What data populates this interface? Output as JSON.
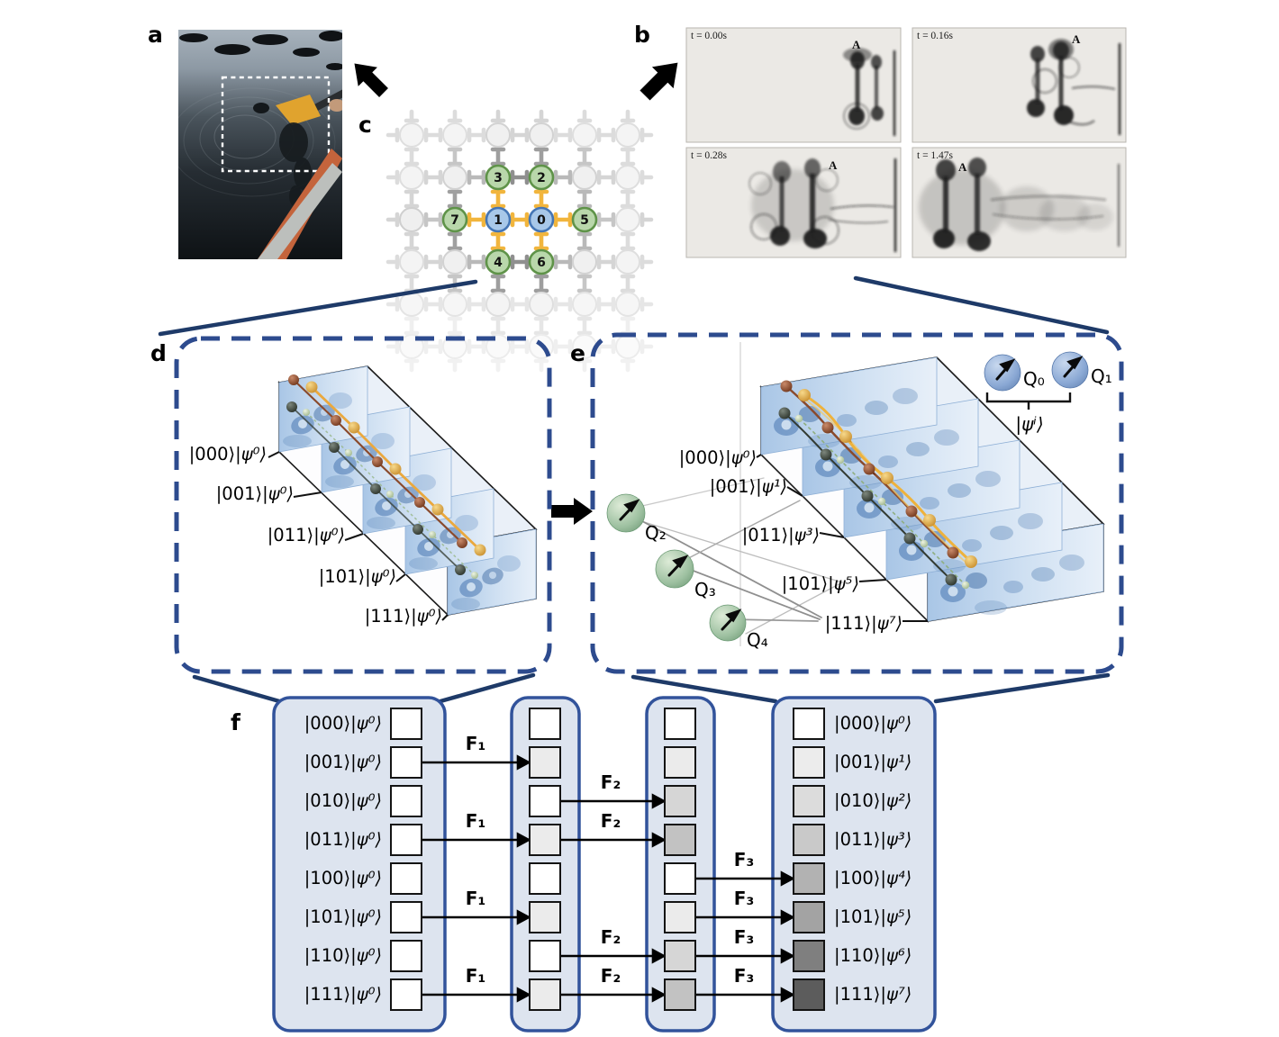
{
  "figure": {
    "panel_labels": {
      "a": "a",
      "b": "b",
      "c": "c",
      "d": "d",
      "e": "e",
      "f": "f"
    }
  },
  "panel_b": {
    "frames": [
      {
        "time": "t = 0.00s",
        "marker": "A"
      },
      {
        "time": "t = 0.16s",
        "marker": "A"
      },
      {
        "time": "t = 0.28s",
        "marker": "A"
      },
      {
        "time": "t = 1.47s",
        "marker": "A"
      }
    ]
  },
  "panel_c": {
    "qubits": [
      {
        "id": "3"
      },
      {
        "id": "2"
      },
      {
        "id": "7"
      },
      {
        "id": "1"
      },
      {
        "id": "0"
      },
      {
        "id": "5"
      },
      {
        "id": "4"
      },
      {
        "id": "6"
      }
    ],
    "colors": {
      "data_qubit": "#a8c8e9",
      "ancilla_qubit": "#b9d7ab",
      "active_coupler": "#f1b53d"
    }
  },
  "panel_d": {
    "states": [
      {
        "ket": "|000⟩",
        "psi": "|ψ⁰⟩"
      },
      {
        "ket": "|001⟩",
        "psi": "|ψ⁰⟩"
      },
      {
        "ket": "|011⟩",
        "psi": "|ψ⁰⟩"
      },
      {
        "ket": "|101⟩",
        "psi": "|ψ⁰⟩"
      },
      {
        "ket": "|111⟩",
        "psi": "|ψ⁰⟩"
      }
    ]
  },
  "panel_e": {
    "states": [
      {
        "ket": "|000⟩",
        "psi": "|ψ⁰⟩"
      },
      {
        "ket": "|001⟩",
        "psi": "|ψ¹⟩"
      },
      {
        "ket": "|011⟩",
        "psi": "|ψ³⟩"
      },
      {
        "ket": "|101⟩",
        "psi": "|ψ⁵⟩"
      },
      {
        "ket": "|111⟩",
        "psi": "|ψ⁷⟩"
      }
    ],
    "top_qubits": [
      {
        "label": "Q₀"
      },
      {
        "label": "Q₁"
      }
    ],
    "bracket_label_bar": "|",
    "bracket_label_psi": "ψⁱ⟩",
    "side_qubits": [
      {
        "label": "Q₂"
      },
      {
        "label": "Q₃"
      },
      {
        "label": "Q₄"
      }
    ]
  },
  "panel_f": {
    "gates": [
      "F₁",
      "F₂",
      "F₃"
    ],
    "rows": [
      {
        "left_ket": "|000⟩",
        "left_psi": "|ψ⁰⟩",
        "right_ket": "|000⟩",
        "right_psi": "|ψ⁰⟩",
        "c1": "background:#ffffff",
        "c2": "background:#ffffff",
        "c3": "background:#ffffff",
        "c4": "background:#ffffff"
      },
      {
        "left_ket": "|001⟩",
        "left_psi": "|ψ⁰⟩",
        "right_ket": "|001⟩",
        "right_psi": "|ψ¹⟩",
        "c1": "background:#ffffff",
        "c2": "background:#ebebeb",
        "c3": "background:#ebebeb",
        "c4": "background:#ececec"
      },
      {
        "left_ket": "|010⟩",
        "left_psi": "|ψ⁰⟩",
        "right_ket": "|010⟩",
        "right_psi": "|ψ²⟩",
        "c1": "background:#ffffff",
        "c2": "background:#ffffff",
        "c3": "background:#d6d6d6",
        "c4": "background:#dcdcdc"
      },
      {
        "left_ket": "|011⟩",
        "left_psi": "|ψ⁰⟩",
        "right_ket": "|011⟩",
        "right_psi": "|ψ³⟩",
        "c1": "background:#ffffff",
        "c2": "background:#ebebeb",
        "c3": "background:#c2c2c2",
        "c4": "background:#c9c9c9"
      },
      {
        "left_ket": "|100⟩",
        "left_psi": "|ψ⁰⟩",
        "right_ket": "|100⟩",
        "right_psi": "|ψ⁴⟩",
        "c1": "background:#ffffff",
        "c2": "background:#ffffff",
        "c3": "background:#ffffff",
        "c4": "background:#b2b2b2"
      },
      {
        "left_ket": "|101⟩",
        "left_psi": "|ψ⁰⟩",
        "right_ket": "|101⟩",
        "right_psi": "|ψ⁵⟩",
        "c1": "background:#ffffff",
        "c2": "background:#ebebeb",
        "c3": "background:#ebebeb",
        "c4": "background:#a3a3a3"
      },
      {
        "left_ket": "|110⟩",
        "left_psi": "|ψ⁰⟩",
        "right_ket": "|110⟩",
        "right_psi": "|ψ⁶⟩",
        "c1": "background:#ffffff",
        "c2": "background:#ffffff",
        "c3": "background:#d6d6d6",
        "c4": "background:#7f7f7f"
      },
      {
        "left_ket": "|111⟩",
        "left_psi": "|ψ⁰⟩",
        "right_ket": "|111⟩",
        "right_psi": "|ψ⁷⟩",
        "c1": "background:#ffffff",
        "c2": "background:#ebebeb",
        "c3": "background:#c2c2c2",
        "c4": "background:#5c5c5c"
      }
    ]
  }
}
